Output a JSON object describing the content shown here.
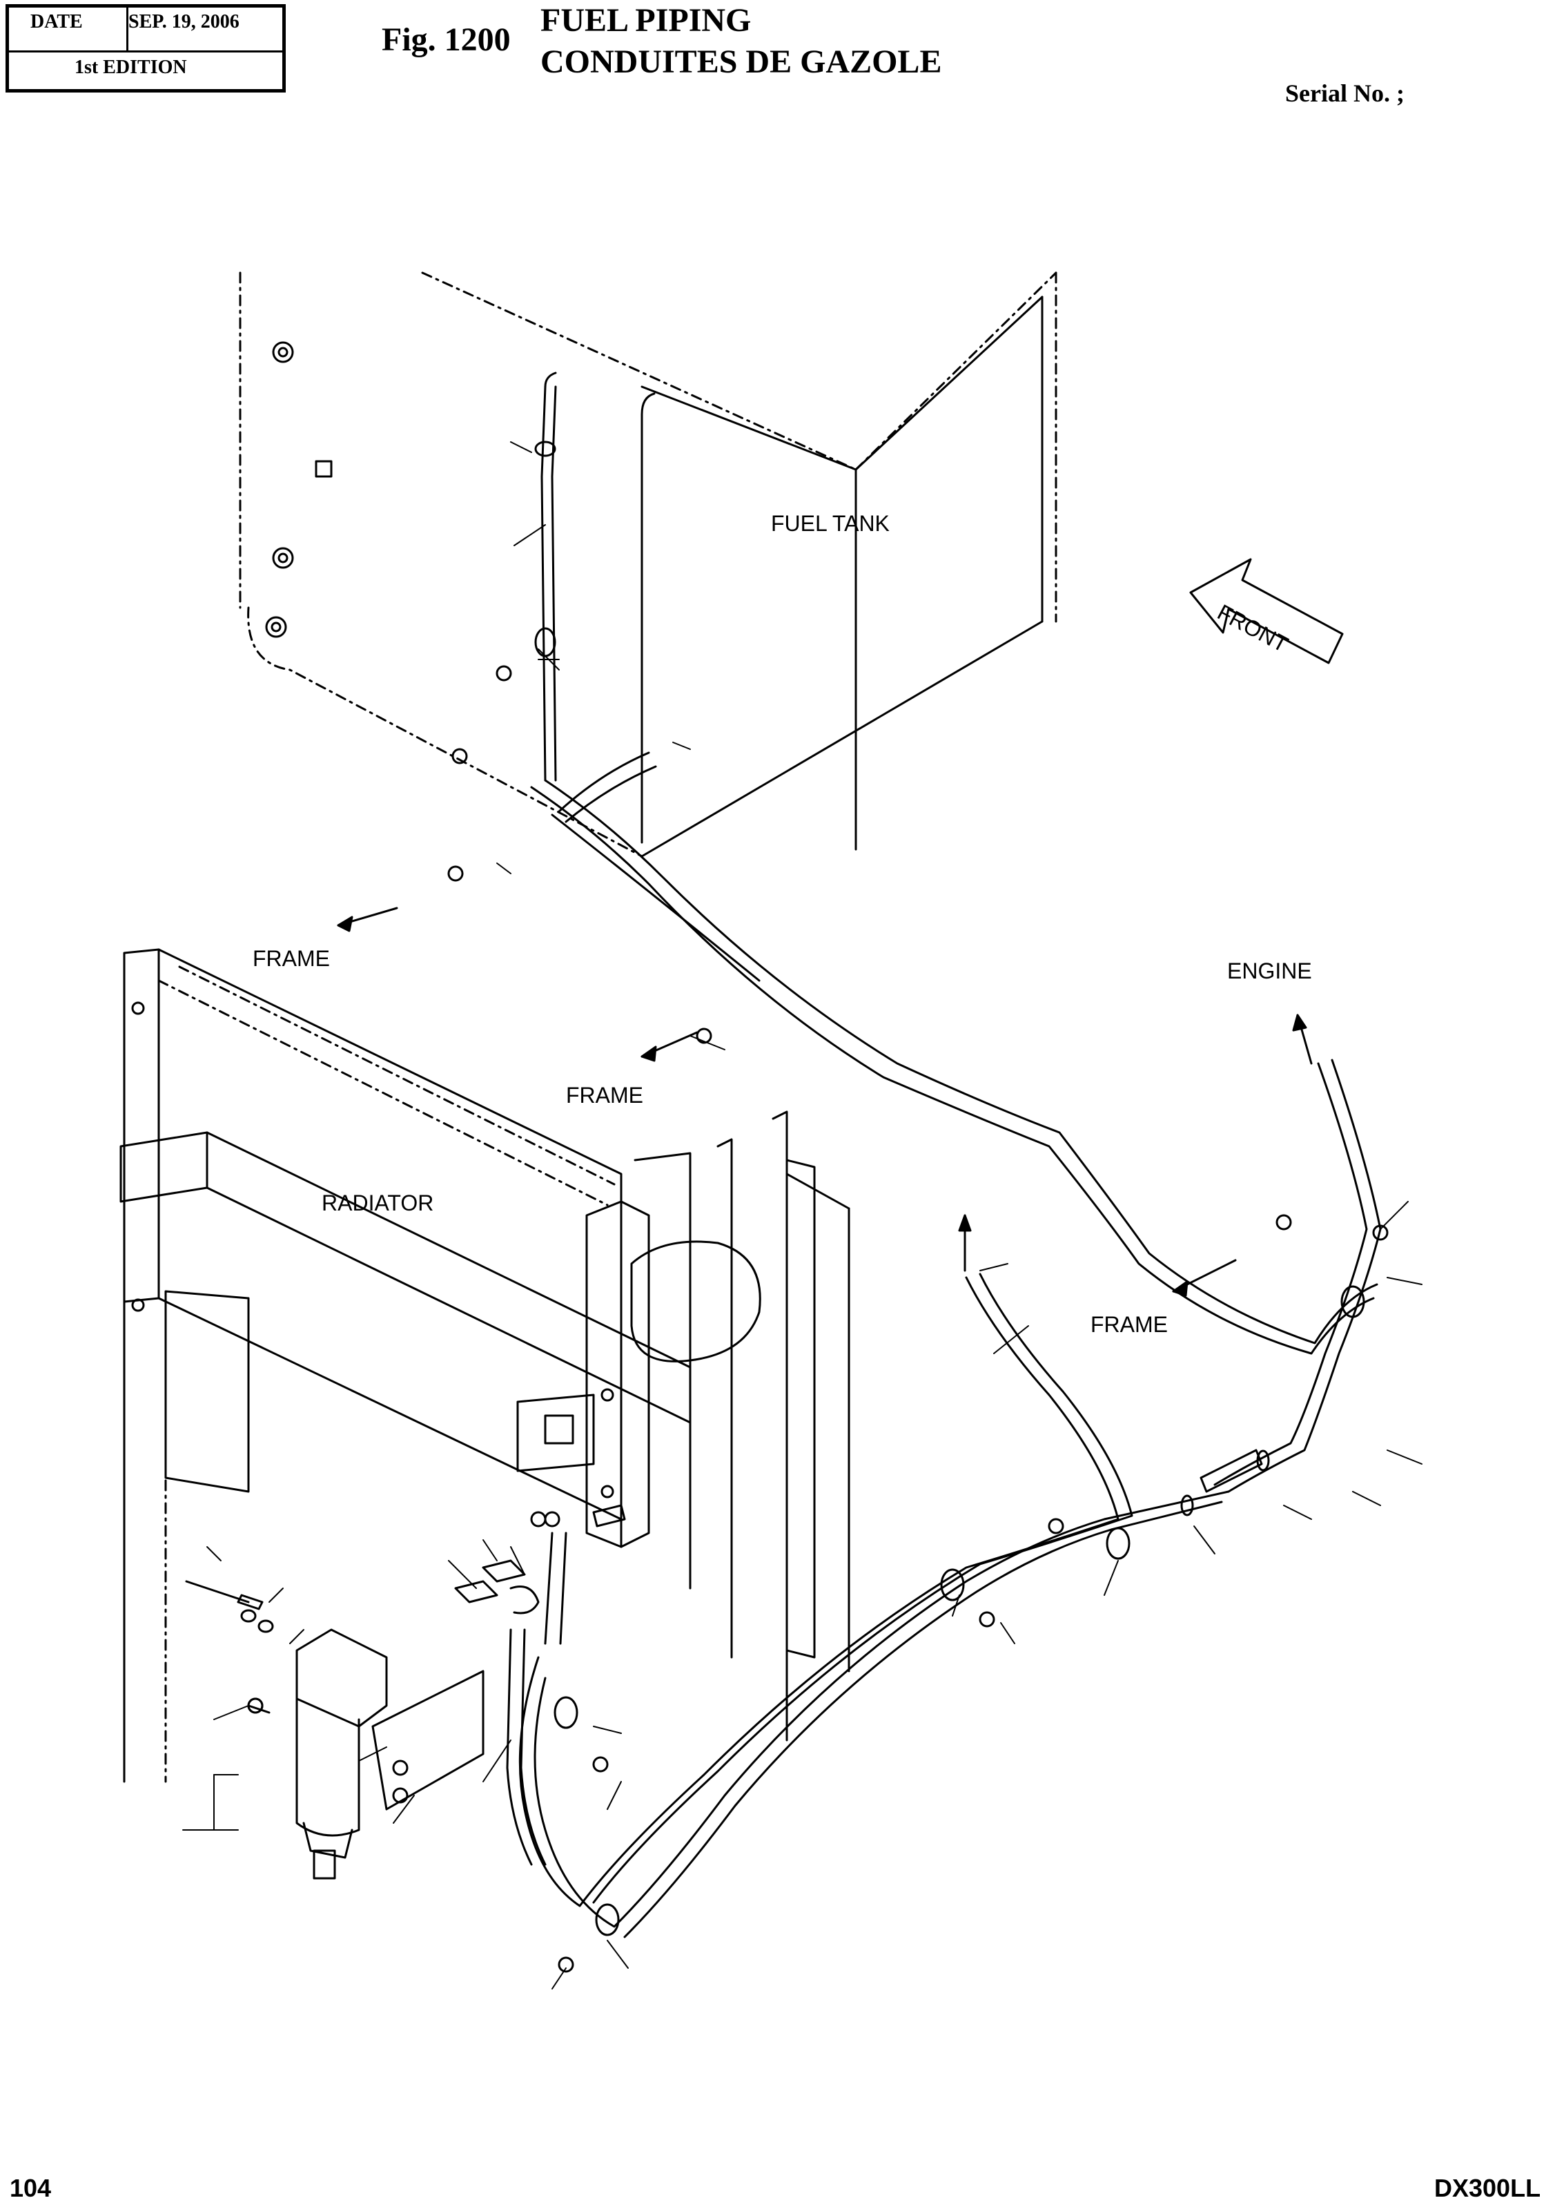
{
  "header": {
    "date_label": "DATE",
    "date_value": "SEP. 19, 2006",
    "edition": "1st EDITION"
  },
  "title": {
    "fig": "Fig. 1200",
    "line1": "FUEL  PIPING",
    "line2": "CONDUITES  DE  GAZOLE"
  },
  "serial": "Serial No. ;",
  "labels": {
    "fuel_tank": "FUEL TANK",
    "front": "FRONT",
    "frame_left": "FRAME",
    "frame_mid": "FRAME",
    "frame_right": "FRAME",
    "radiator": "RADIATOR",
    "engine": "ENGINE"
  },
  "footer": {
    "page": "104",
    "model": "DX300LL"
  }
}
